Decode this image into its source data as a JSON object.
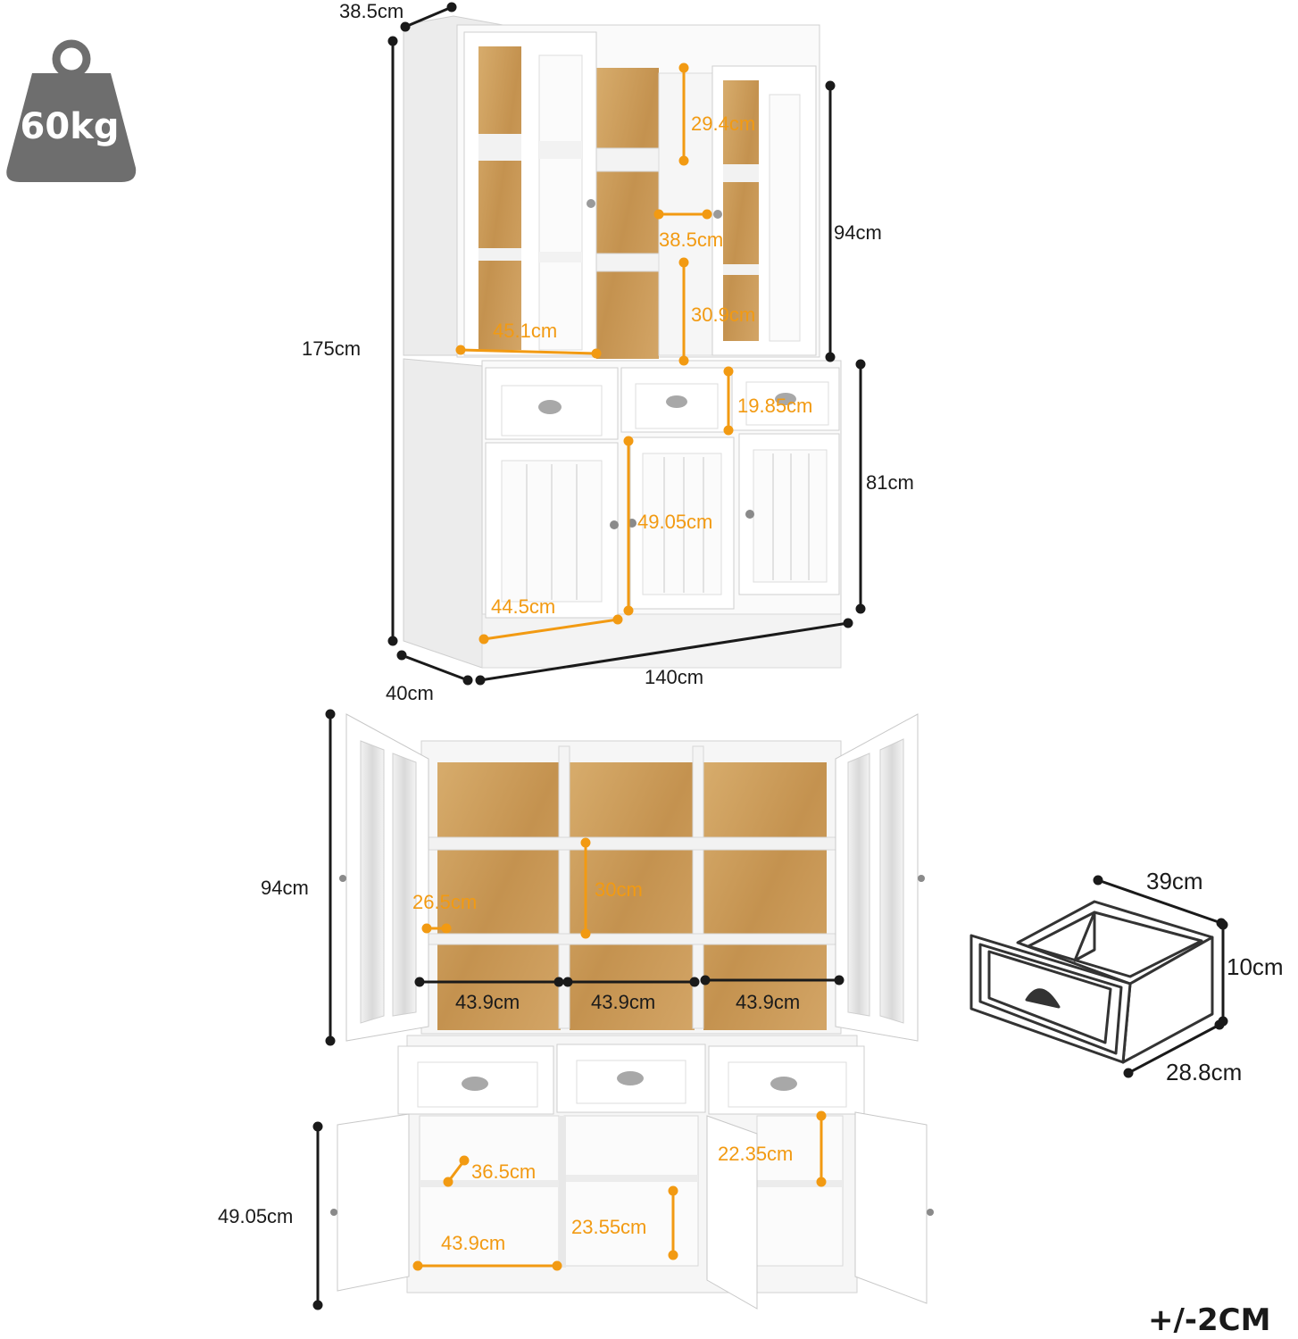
{
  "colors": {
    "accent_orange": "#f29a12",
    "dimension_black": "#1a1a1a",
    "weight_badge": "#6e6e6e",
    "cabinet_white": "#f7f7f7",
    "wood": "#c89a5a"
  },
  "weight": {
    "icon": "weight-icon",
    "label": "60kg"
  },
  "front_view": {
    "depth_top": "38.5cm",
    "total_height": "175cm",
    "hutch_height": "94cm",
    "base_height": "81cm",
    "width": "140cm",
    "depth_bottom": "40cm",
    "inner": {
      "upper_shelf_gap": "29.4cm",
      "middle_width": "38.5cm",
      "lower_shelf_gap": "30.9cm",
      "glass_door_width": "45.1cm",
      "drawer_height": "19.85cm",
      "door_height": "49.05cm",
      "door_width": "44.5cm"
    }
  },
  "open_view": {
    "hutch_height": "94cm",
    "shelf_depth": "26.5cm",
    "shelf_gap": "30cm",
    "compartments": [
      "43.9cm",
      "43.9cm",
      "43.9cm"
    ],
    "base_height": "49.05cm",
    "base": {
      "shelf_depth": "36.5cm",
      "compartment_width": "43.9cm",
      "middle_gap": "23.55cm",
      "right_gap": "22.35cm"
    }
  },
  "drawer": {
    "width": "39cm",
    "height": "10cm",
    "depth": "28.8cm"
  },
  "tolerance": "+/-2CM"
}
